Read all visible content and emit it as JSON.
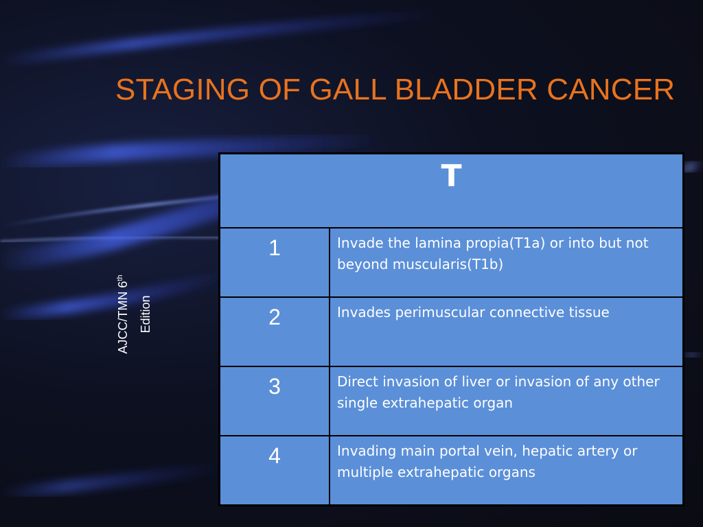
{
  "slide": {
    "title": "STAGING OF GALL BLADDER CANCER",
    "edition_line1": "AJCC/TMN 6",
    "edition_sup": "th",
    "edition_line2": "Edition",
    "colors": {
      "title": "#e8731f",
      "table_fill": "#5b8fd8",
      "table_border": "#000000",
      "text": "#ffffff"
    }
  },
  "table": {
    "header": "T",
    "rows": [
      {
        "stage": "1",
        "description": "Invade the lamina propia(T1a) or into but not beyond muscularis(T1b)"
      },
      {
        "stage": "2",
        "description": "Invades perimuscular connective tissue"
      },
      {
        "stage": "3",
        "description": "Direct invasion of liver or invasion of any other single extrahepatic organ"
      },
      {
        "stage": "4",
        "description": "Invading main portal vein, hepatic artery or multiple extrahepatic organs"
      }
    ]
  }
}
